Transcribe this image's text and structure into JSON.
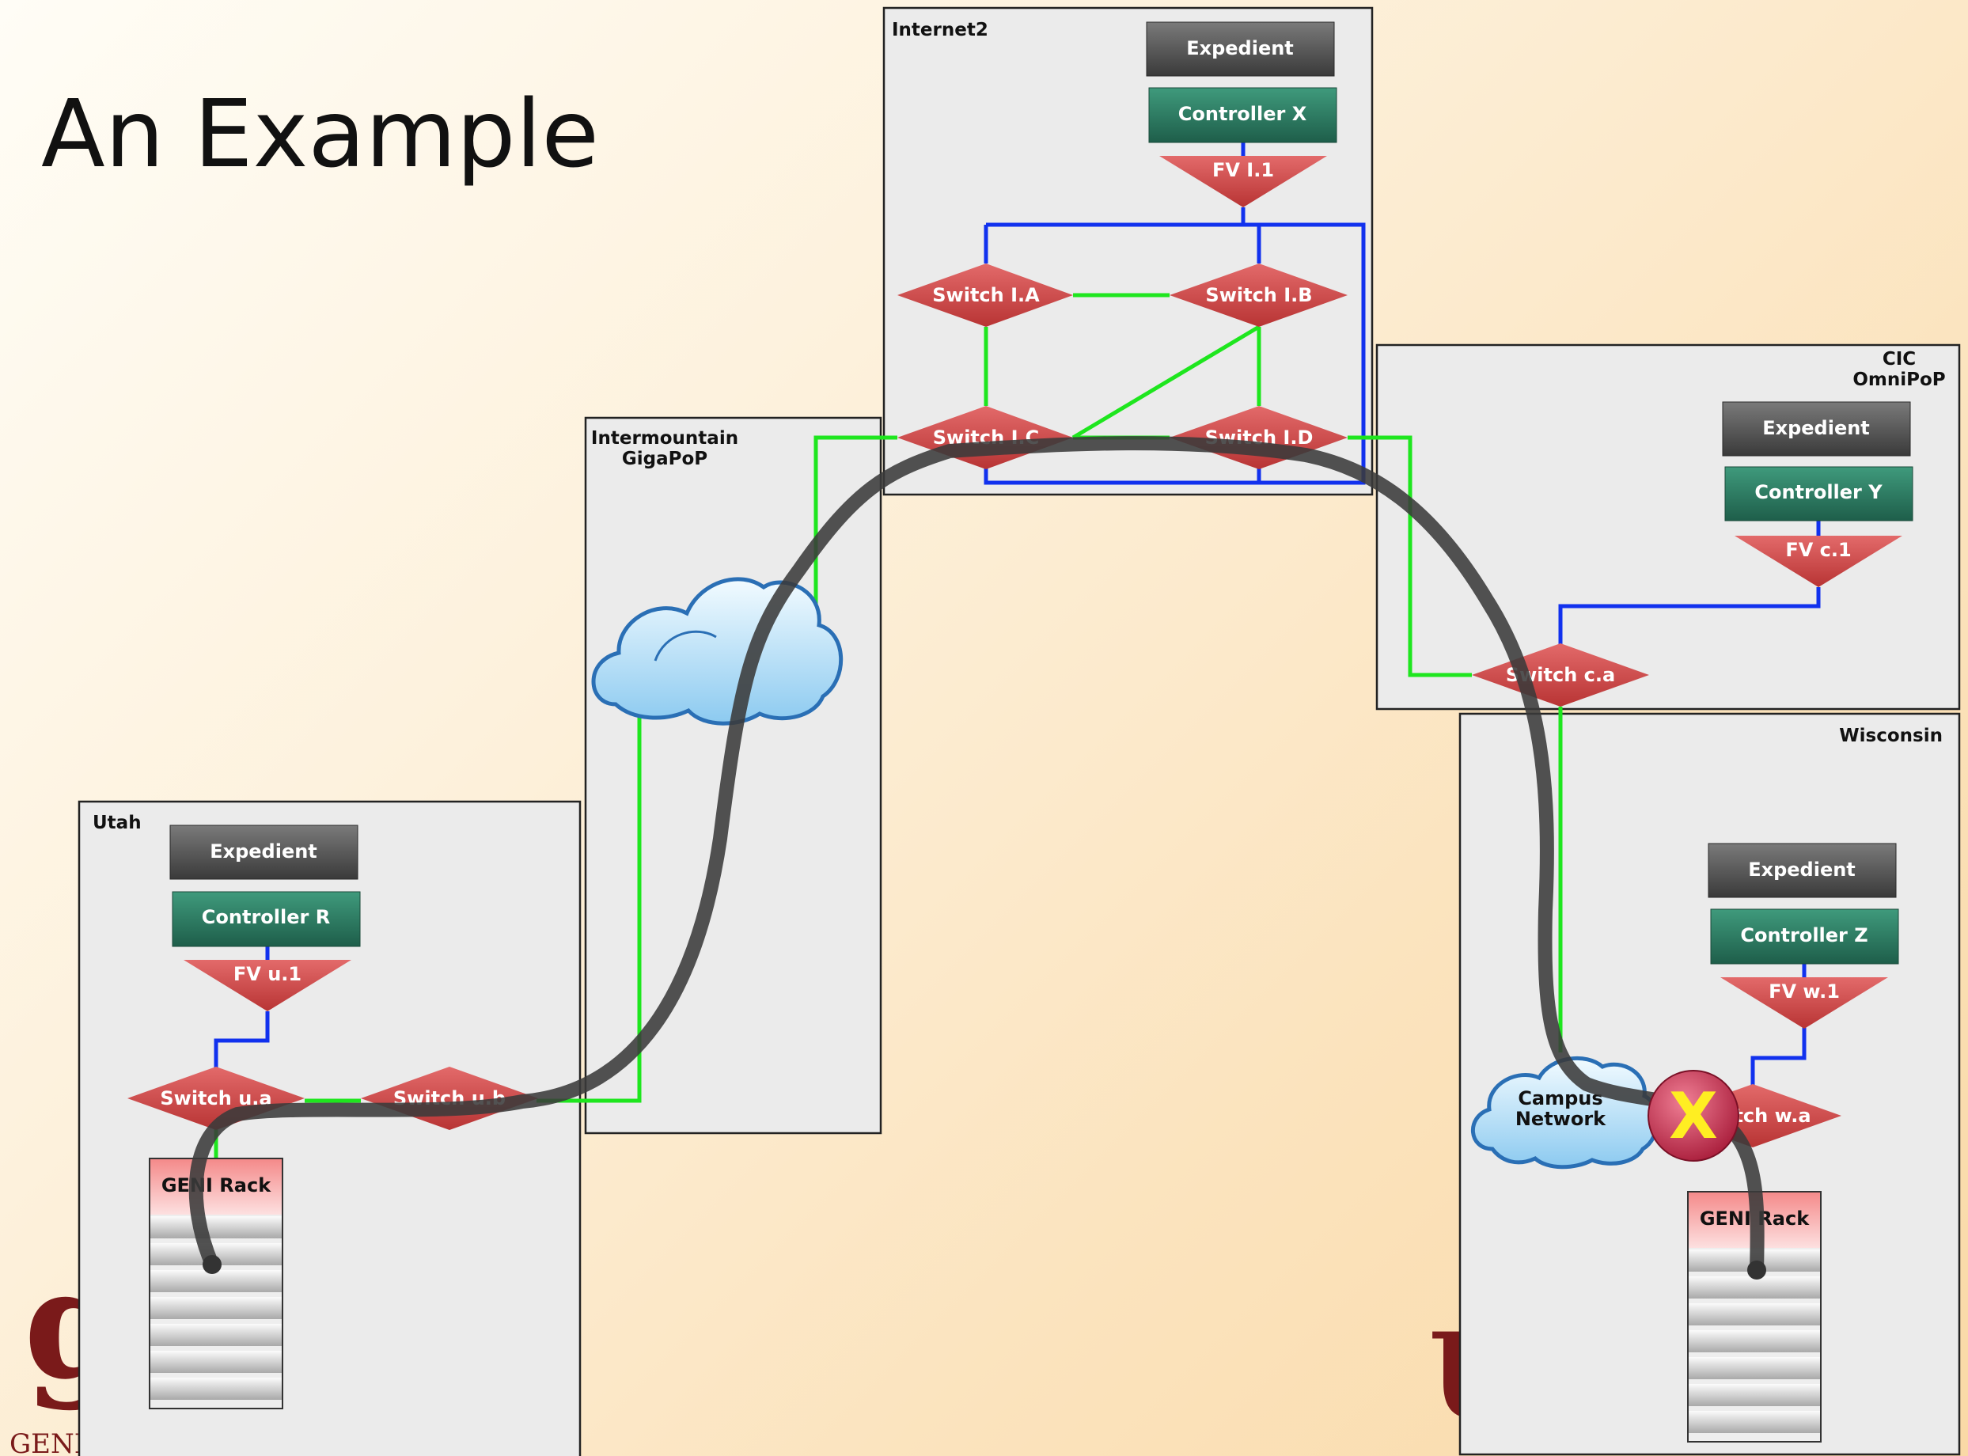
{
  "title": "An Example",
  "colors": {
    "green_link": "#1ee61e",
    "blue_link": "#1131ee",
    "switch": "#cf4a4a",
    "controller": "#2e7a63",
    "expedient": "#555555",
    "path": "#3a3a3a",
    "failure_marker": "#c0304a",
    "failure_x": "#ffee22"
  },
  "regions": {
    "internet2": "Internet2",
    "intermountain": [
      "Intermountain",
      "GigaPoP"
    ],
    "cic": [
      "CIC",
      "OmniPoP"
    ],
    "utah": "Utah",
    "wisconsin": "Wisconsin"
  },
  "nodes": {
    "expedient_i2": "Expedient",
    "controller_x": "Controller X",
    "fv_i1": "FV I.1",
    "switch_ia": "Switch I.A",
    "switch_ib": "Switch I.B",
    "switch_ic": "Switch I.C",
    "switch_id": "Switch I.D",
    "expedient_cic": "Expedient",
    "controller_y": "Controller Y",
    "fv_c1": "FV c.1",
    "switch_ca": "Switch c.a",
    "expedient_utah": "Expedient",
    "controller_r": "Controller R",
    "fv_u1": "FV u.1",
    "switch_ua": "Switch u.a",
    "switch_ub": "Switch u.b",
    "rack_utah": "GENI Rack",
    "expedient_wisc": "Expedient",
    "controller_z": "Controller Z",
    "fv_w1": "FV w.1",
    "switch_wa": "tch w.a",
    "rack_wisc": "GENI Rack",
    "campus_network": [
      "Campus",
      "Network"
    ],
    "failure_marker": "X"
  },
  "footer": {
    "left_logo_fragment": "GENI",
    "right_logo_fragment": "U"
  },
  "icons": [
    "cloud-icon",
    "failure-x-icon",
    "rack-icon",
    "flow-path"
  ]
}
